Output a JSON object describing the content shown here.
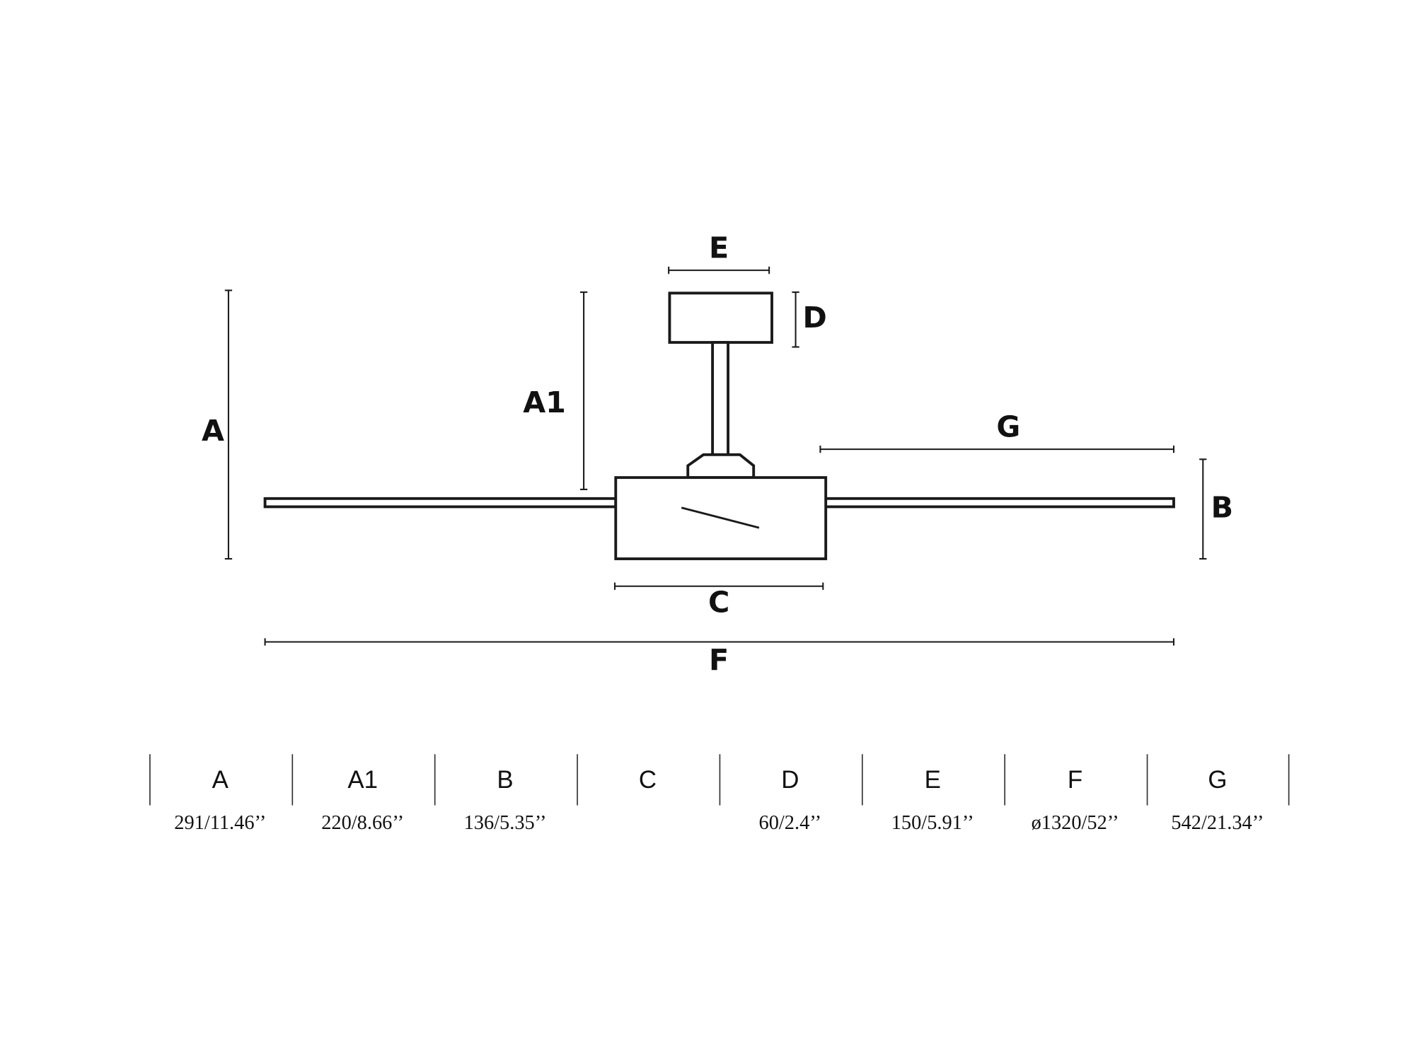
{
  "diagram": {
    "labels": {
      "A": "A",
      "A1": "A1",
      "B": "B",
      "C": "C",
      "D": "D",
      "E": "E",
      "F": "F",
      "G": "G"
    }
  },
  "table": {
    "columns": [
      {
        "header": "A",
        "value": "291/11.46’’"
      },
      {
        "header": "A1",
        "value": "220/8.66’’"
      },
      {
        "header": "B",
        "value": "136/5.35’’"
      },
      {
        "header": "C",
        "value": ""
      },
      {
        "header": "D",
        "value": "60/2.4’’"
      },
      {
        "header": "E",
        "value": "150/5.91’’"
      },
      {
        "header": "F",
        "value": "ø1320/52’’"
      },
      {
        "header": "G",
        "value": "542/21.34’’"
      }
    ]
  }
}
